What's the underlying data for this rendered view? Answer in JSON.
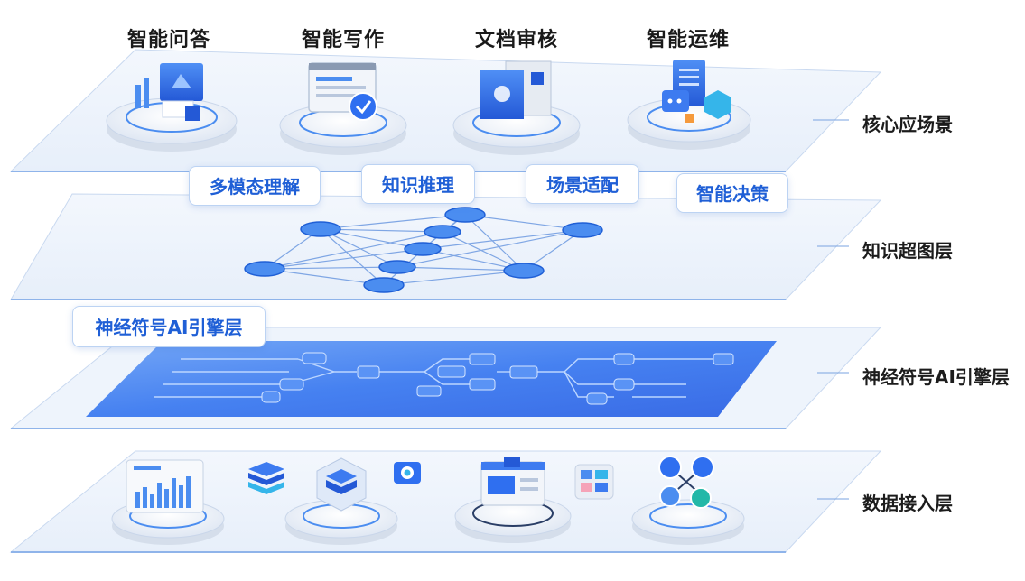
{
  "apps": [
    {
      "label": "智能问答"
    },
    {
      "label": "智能写作"
    },
    {
      "label": "文档审核"
    },
    {
      "label": "智能运维"
    }
  ],
  "capabilities": [
    "多模态理解",
    "知识推理",
    "场景适配",
    "智能决策"
  ],
  "engine_tag": "神经符号AI引擎层",
  "layers": [
    "核心应场景",
    "知识超图层",
    "神经符号AI引擎层",
    "数据接入层"
  ],
  "colors": {
    "accent": "#1f5fd6",
    "node": "#4b8df0",
    "platform": "#eef4fc",
    "engine": "#3f7ff0"
  }
}
